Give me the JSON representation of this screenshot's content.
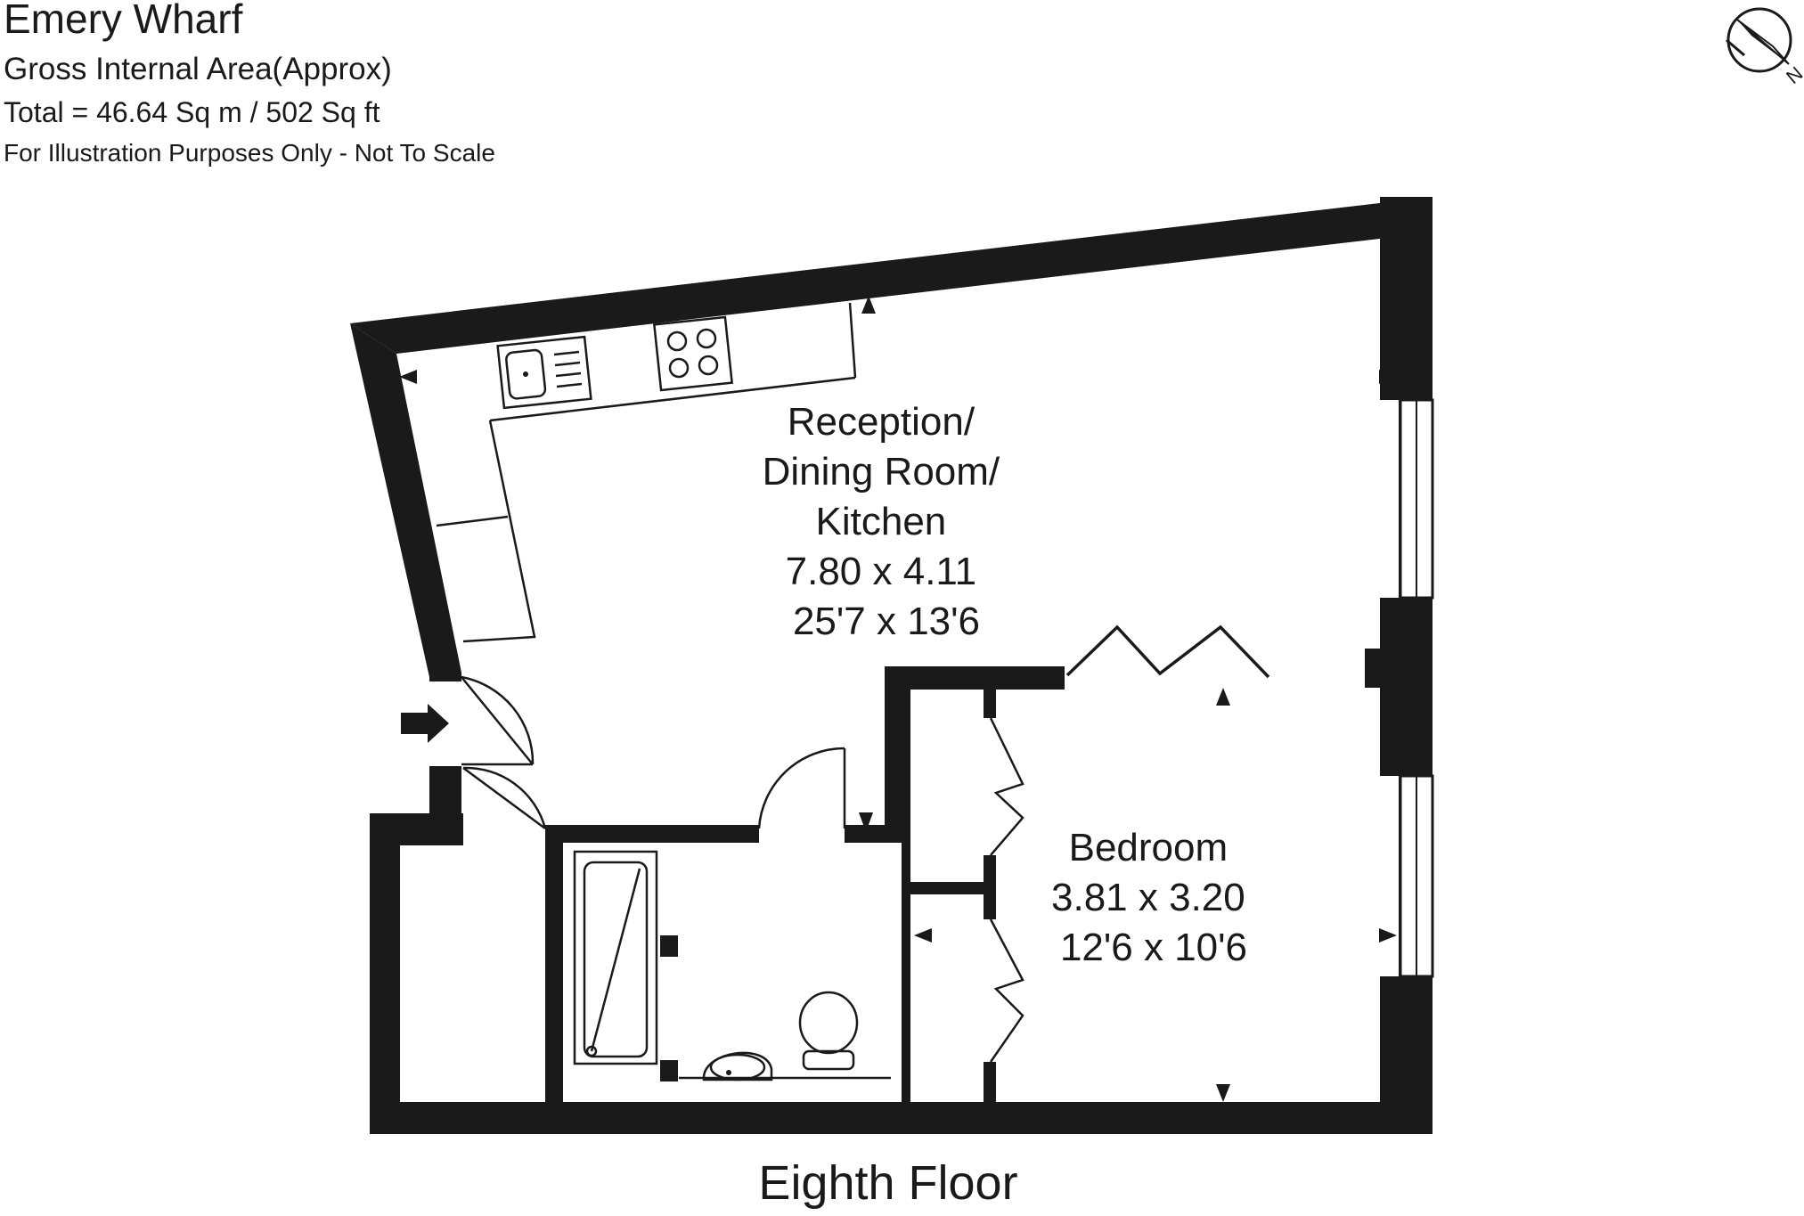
{
  "header": {
    "property": "Emery Wharf",
    "area_label": "Gross Internal Area(Approx)",
    "total": "Total = 46.64 Sq m / 502 Sq ft",
    "disclaimer": "For Illustration Purposes Only - Not To Scale"
  },
  "compass": {
    "icon": "compass-north-icon",
    "letter": "N"
  },
  "rooms": [
    {
      "lines": [
        "Reception/",
        "Dining Room/",
        "Kitchen",
        "7.80 x 4.11",
        "25'7 x 13'6"
      ]
    },
    {
      "lines": [
        "Bedroom",
        "3.81 x 3.20",
        "12'6 x 10'6"
      ]
    }
  ],
  "floor_label": "Eighth Floor",
  "colors": {
    "wall": "#1a1a1a",
    "background": "#ffffff"
  }
}
